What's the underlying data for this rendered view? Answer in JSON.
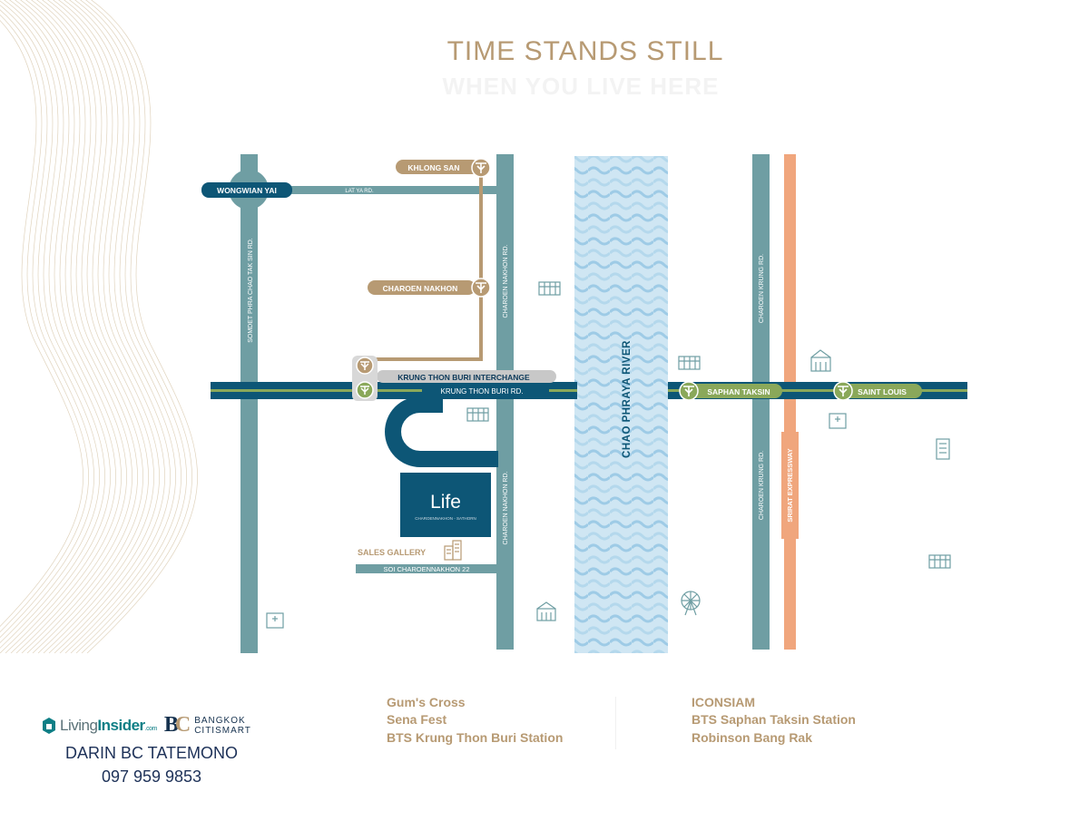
{
  "header": {
    "title": "TIME STANDS STILL",
    "subtitle_ghost": "WHEN YOU LIVE HERE"
  },
  "colors": {
    "gold": "#b79a73",
    "teal_road": "#6f9ea3",
    "navy": "#0d5676",
    "green_station": "#8aa85a",
    "orange_expressway": "#f0a67d",
    "river": "#bcdcef"
  },
  "map": {
    "roads": {
      "lat_ya": "LAT YA RD.",
      "somdet": "SOMDET PHRA CHAO TAK SIN RD.",
      "charoen_nakhon_upper": "CHAROEN NAKHON RD.",
      "charoen_nakhon_lower": "CHAROEN NAKHON RD.",
      "charoen_krung_upper": "CHAROEN KRUNG RD.",
      "charoen_krung_lower": "CHAROEN KRUNG RD.",
      "krung_thon_buri": "KRUNG THON BURI RD.",
      "soi": "SOI CHAROENNAKHON 22",
      "expressway": "SRIRAT EXPRESSWAY"
    },
    "river": "CHAO PHRAYA RIVER",
    "stations": {
      "wongwian_yai": "WONGWIAN YAI",
      "khlong_san": "KHLONG SAN",
      "charoen_nakhon": "CHAROEN NAKHON",
      "interchange": "KRUNG THON BURI INTERCHANGE",
      "saphan_taksin": "SAPHAN TAKSIN",
      "saint_louis": "SAINT LOUIS"
    },
    "project": {
      "logo": "Life",
      "tagline": "CHAROENNAKHON - SATHORN"
    },
    "sales_gallery": "SALES GALLERY",
    "icon_names": [
      "building-icon",
      "hospital-icon",
      "tower-icon",
      "ferris-wheel-icon",
      "station-icon"
    ]
  },
  "legend": {
    "left": [
      {
        "distance": "",
        "name": "Gum's Cross"
      },
      {
        "distance": "",
        "name": "Sena Fest"
      },
      {
        "distance": "",
        "name": "BTS Krung Thon Buri Station"
      }
    ],
    "right": [
      {
        "distance": "",
        "name": "ICONSIAM"
      },
      {
        "distance": "",
        "name": "BTS Saphan Taksin Station"
      },
      {
        "distance": "",
        "name": "Robinson Bang Rak"
      }
    ]
  },
  "brand": {
    "living_a": "Living",
    "living_b": "Insider",
    "living_c": ".com",
    "bc_line1": "BANGKOK",
    "bc_line2": "CITISMART"
  },
  "agent": {
    "name": "DARIN BC TATEMONO",
    "phone": "097 959 9853"
  }
}
